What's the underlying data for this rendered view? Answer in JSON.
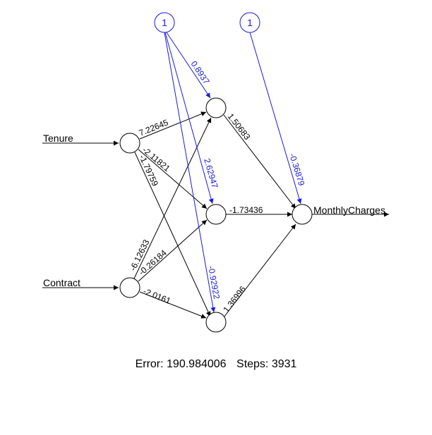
{
  "inputs": [
    "Tenure",
    "Contract"
  ],
  "output": "MonthlyCharges",
  "bias_label": "1",
  "weights": {
    "input_to_hidden": {
      "Tenure": [
        "7.22645",
        "-2.11821",
        "-1.79759"
      ],
      "Contract": [
        "-6.12633",
        "-0.26184",
        "-2.0161"
      ]
    },
    "bias_to_hidden": [
      "0.8937",
      "2.62947",
      "-0.92922"
    ],
    "hidden_to_output": [
      "1.50683",
      "-1.73436",
      "1.36996"
    ],
    "bias_to_output": "-0.36879"
  },
  "footer": {
    "error_label": "Error:",
    "error_value": "190.984006",
    "steps_label": "Steps:",
    "steps_value": "3931"
  },
  "colors": {
    "main": "#000000",
    "bias": "#1a1adb"
  }
}
